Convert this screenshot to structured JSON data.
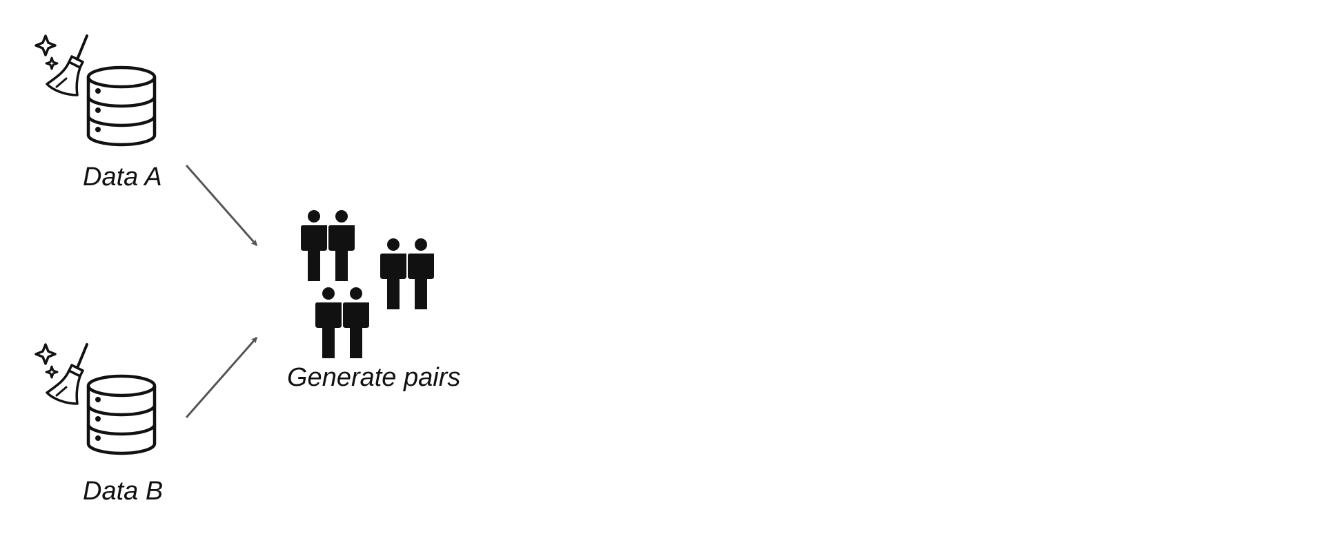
{
  "nodes": {
    "data_a": {
      "label": "Data A",
      "icon": "clean-database-icon"
    },
    "data_b": {
      "label": "Data B",
      "icon": "clean-database-icon"
    },
    "pairs": {
      "label": "Generate pairs",
      "icon": "people-pairs-icon"
    }
  },
  "edges": [
    {
      "from": "Data A",
      "to": "Generate pairs"
    },
    {
      "from": "Data B",
      "to": "Generate pairs"
    }
  ],
  "colors": {
    "icon": "#111111",
    "arrow": "#555555",
    "text": "#111111",
    "background": "#ffffff"
  }
}
